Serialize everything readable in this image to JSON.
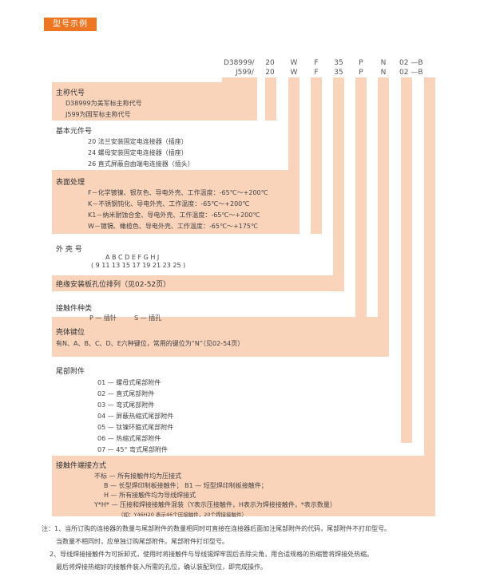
{
  "section_tag": "型号示例",
  "header": {
    "left_top": "D38999/",
    "left_bottom": "J599/",
    "cols": [
      {
        "top": "20",
        "bottom": "20"
      },
      {
        "top": "W",
        "bottom": "W"
      },
      {
        "top": "F",
        "bottom": "F"
      },
      {
        "top": "35",
        "bottom": "35"
      },
      {
        "top": "P",
        "bottom": "P"
      },
      {
        "top": "N",
        "bottom": "N"
      },
      {
        "top": "02 —B",
        "bottom": "02 —B"
      }
    ]
  },
  "sections": {
    "main_code": {
      "title": "主称代号",
      "items": [
        "D38999为美军标主称代号",
        "J599为国军标主称代号"
      ]
    },
    "base_element": {
      "title": "基本元件号",
      "items": [
        "20  法兰安装固定电连接器（插座）",
        "24  螺母安装固定电连接器（插座）",
        "26  直式屏蔽自由端电连接器（插头）"
      ]
    },
    "surface": {
      "title": "表面处理",
      "items": [
        "F－化学镀镍、银灰色、导电外壳、工作温度：-65℃～+200℃",
        "K－不锈钢钝化、导电外壳、工作温度：-65℃～+200℃",
        "K1－纳米耐蚀合金、导电外壳、工作温度：-65℃～+200℃",
        "W－镀镉、橄榄色、导电外壳、工作温度：-65℃～+175℃"
      ]
    },
    "shell": {
      "title": "外 壳 号",
      "letters": "A  B  C  D  E  F  G  H  J",
      "numbers": "( 9  11  13  15  17  19  21  23  25 )"
    },
    "insert": {
      "title": "绝缘安装板孔位排列（见02-52页）"
    },
    "contact": {
      "title": "接触件种类",
      "pin": "P — 插针",
      "socket": "S — 插孔"
    },
    "keying": {
      "title": "壳体键位",
      "desc": "有N、A、B、C、D、E六种键位，常用的键位为“N”（见02-54页）"
    },
    "tail": {
      "title": "尾部附件",
      "items": [
        "01 — 螺母式尾部附件",
        "02 — 直式尾部附件",
        "03 — 弯式尾部附件",
        "04 — 屏蔽热缩式尾部附件",
        "05 — 钛镍环箍式尾部附件",
        "06 — 热缩式尾部附件",
        "07 — 45° 弯式尾部附件"
      ]
    },
    "termination": {
      "title": "接触件端接方式",
      "items": [
        "不标 — 所有接触件均为压接式",
        "B — 长型焊印制板接触件；  B1 — 短型焊印制板接触件；",
        "H — 所有接触件均为导线焊接式",
        "Y*H* — 压接和焊接接触件混装（Y表示压接触件，H表示为焊接接触件，*表示数量）"
      ],
      "example": "（如：Y46H20  表示46个压接触件，20个焊接接触件）"
    }
  },
  "notes": [
    "注：1、当所订购的连接器的数量与尾部附件的数量相同时可直接在连接器后面加注尾部附件的代码，尾部附件不打印型号。",
    "当数量不相同时，应单独订购尾部附件。尾部附件打印型号。",
    "2、导线焊接接触件为可拆卸式，使用时将接触件与导线锡焊牢固后去除尖角，用合适规格的热缩管将焊接处热缩。",
    "最后将焊接热缩好的接触件装入所需的孔位，确认装配到位，即完成操作。"
  ]
}
